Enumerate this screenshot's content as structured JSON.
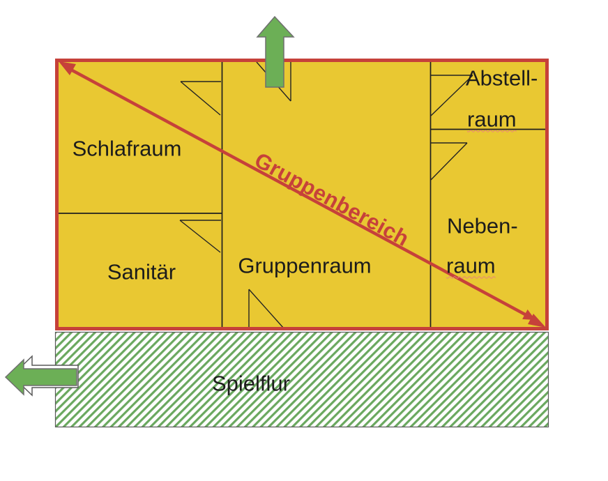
{
  "floorplan": {
    "rooms": {
      "schlafraum": {
        "label": "Schlafraum"
      },
      "sanitaer": {
        "label": "Sanitär"
      },
      "gruppenraum": {
        "label": "Gruppenraum"
      },
      "abstellraum": {
        "line1": "Abstell-",
        "line2": "raum"
      },
      "nebenraum": {
        "line1": "Neben-",
        "line2": "raum"
      },
      "spielflur": {
        "label": "Spielflur"
      }
    },
    "group_area": {
      "label": "Gruppenbereich"
    },
    "icons": {
      "exit_up": "green-arrow-up",
      "exit_left": "green-arrow-left"
    },
    "colors": {
      "room_fill": "#e9c832",
      "group_boundary_red": "#c6413a",
      "arrow_green": "#6caf56",
      "hatch_green": "#6aa85f",
      "wall_black": "#1f1f1f",
      "hatch_border_gray": "#595959"
    }
  }
}
